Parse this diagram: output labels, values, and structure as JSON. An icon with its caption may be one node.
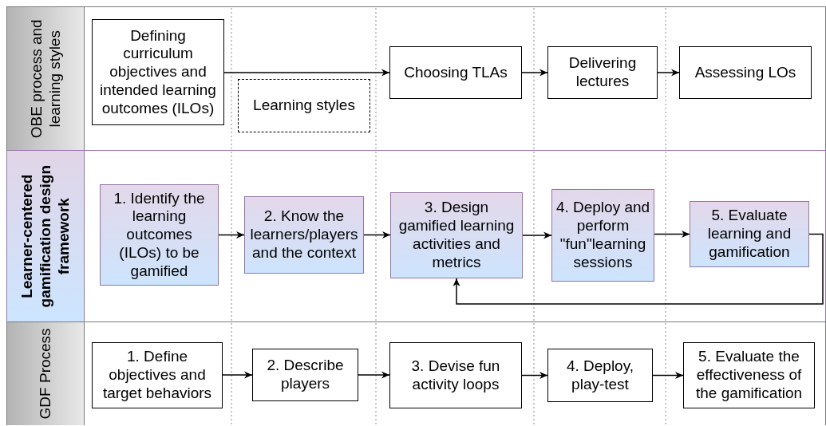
{
  "diagram": {
    "nodes": [
      {
        "text": [
          "OBE process and learning styles"
        ]
      },
      {
        "text": [
          "Defining curriculum objectives and intended learning outcomes (ILOs)"
        ],
        "in": 0
      },
      {
        "text": [
          "Learning styles"
        ],
        "in": 0
      },
      {
        "text": [
          "Choosing TLAs"
        ],
        "in": 0
      },
      {
        "text": [
          "Delivering lectures"
        ],
        "in": 0
      },
      {
        "text": [
          "Assessing LOs"
        ],
        "in": 0
      },
      {
        "text": [
          "Learner-centered gamification design framework"
        ]
      },
      {
        "text": [
          "1. Identify the learning outcomes (ILOs) to be gamified"
        ],
        "in": 6
      },
      {
        "text": [
          "2. Know the learners/players and the context"
        ],
        "in": 6
      },
      {
        "text": [
          "3. Design gamified learning activities and metrics"
        ],
        "in": 6
      },
      {
        "text": [
          "4. Deploy and perform \"fun\"learning sessions"
        ],
        "in": 6
      },
      {
        "text": [
          "5. Evaluate learning and gamification"
        ],
        "in": 6
      },
      {
        "text": [
          "GDF Process"
        ]
      },
      {
        "text": [
          "1. Define objectives and target behaviors"
        ],
        "in": 12
      },
      {
        "text": [
          "2. Describe players"
        ],
        "in": 12
      },
      {
        "text": [
          "3. Devise fun activity loops"
        ],
        "in": 12
      },
      {
        "text": [
          "4. Deploy, play-test"
        ],
        "in": 12
      },
      {
        "text": [
          "5. Evaluate the effectiveness of the gamification"
        ],
        "in": 12
      }
    ],
    "edges": [
      {
        "from": 1,
        "to": 3,
        "arrow": "to"
      },
      {
        "from": 3,
        "to": 4,
        "arrow": "to"
      },
      {
        "from": 4,
        "to": 5,
        "arrow": "to"
      },
      {
        "from": 7,
        "to": 8,
        "arrow": "to"
      },
      {
        "from": 8,
        "to": 9,
        "arrow": "to"
      },
      {
        "from": 9,
        "to": 10,
        "arrow": "to"
      },
      {
        "from": 10,
        "to": 11,
        "arrow": "to"
      },
      {
        "from": 11,
        "to": 9,
        "arrow": "to"
      },
      {
        "from": 13,
        "to": 14,
        "arrow": "to"
      },
      {
        "from": 14,
        "to": 15,
        "arrow": "to"
      },
      {
        "from": 15,
        "to": 16,
        "arrow": "to"
      },
      {
        "from": 16,
        "to": 17,
        "arrow": "to"
      }
    ]
  }
}
